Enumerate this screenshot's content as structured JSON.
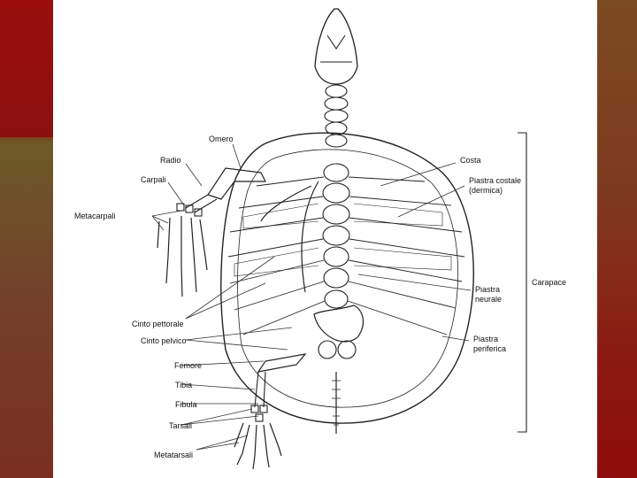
{
  "labels": {
    "omero": "Omero",
    "radio": "Radio",
    "carpali": "Carpali",
    "metacarpali": "Metacarpali",
    "cinto_pettorale": "Cinto pettorale",
    "cinto_pelvico": "Cinto pelvico",
    "femore": "Femore",
    "tibia": "Tibia",
    "fibula": "Fibula",
    "tarsali": "Tarsali",
    "metatarsali": "Metatarsali",
    "costa": "Costa",
    "piastra_costale_1": "Piastra costale",
    "piastra_costale_2": "(dermica)",
    "piastra_neurale_1": "Piastra",
    "piastra_neurale_2": "neurale",
    "piastra_periferica_1": "Piastra",
    "piastra_periferica_2": "periferica",
    "carapace": "Carapace"
  },
  "colors": {
    "left_band_top": "#8e0f0f",
    "left_band_bottom": "#6d5a28",
    "right_band": "#7e3a1f",
    "panel": "#ffffff",
    "ink": "#111111"
  }
}
